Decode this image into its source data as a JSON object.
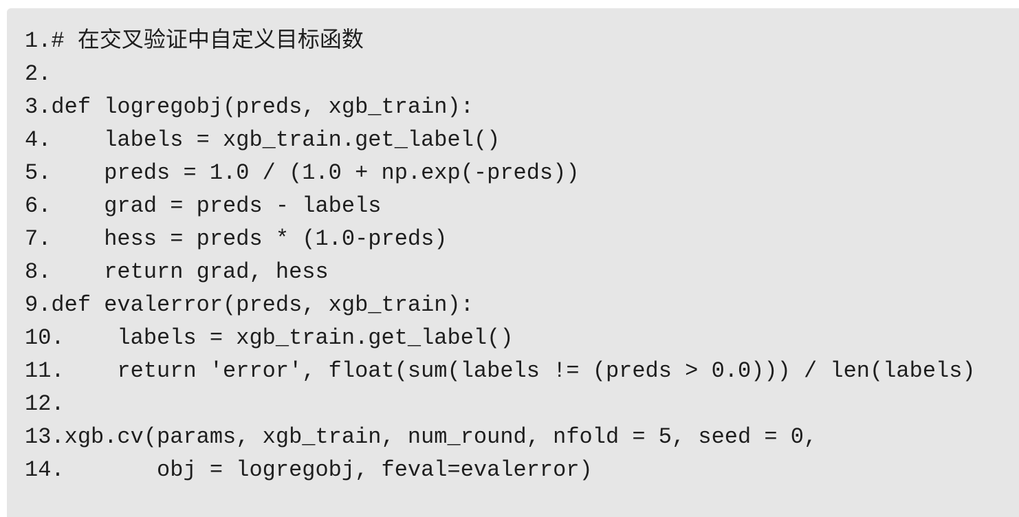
{
  "code": {
    "lines": [
      "1.# 在交叉验证中自定义目标函数",
      "2.",
      "3.def logregobj(preds, xgb_train):",
      "4.    labels = xgb_train.get_label()",
      "5.    preds = 1.0 / (1.0 + np.exp(-preds))",
      "6.    grad = preds - labels",
      "7.    hess = preds * (1.0-preds)",
      "8.    return grad, hess",
      "9.def evalerror(preds, xgb_train):",
      "10.    labels = xgb_train.get_label()",
      "11.    return 'error', float(sum(labels != (preds > 0.0))) / len(labels)",
      "12.",
      "13.xgb.cv(params, xgb_train, num_round, nfold = 5, seed = 0,",
      "14.       obj = logregobj, feval=evalerror)"
    ]
  }
}
